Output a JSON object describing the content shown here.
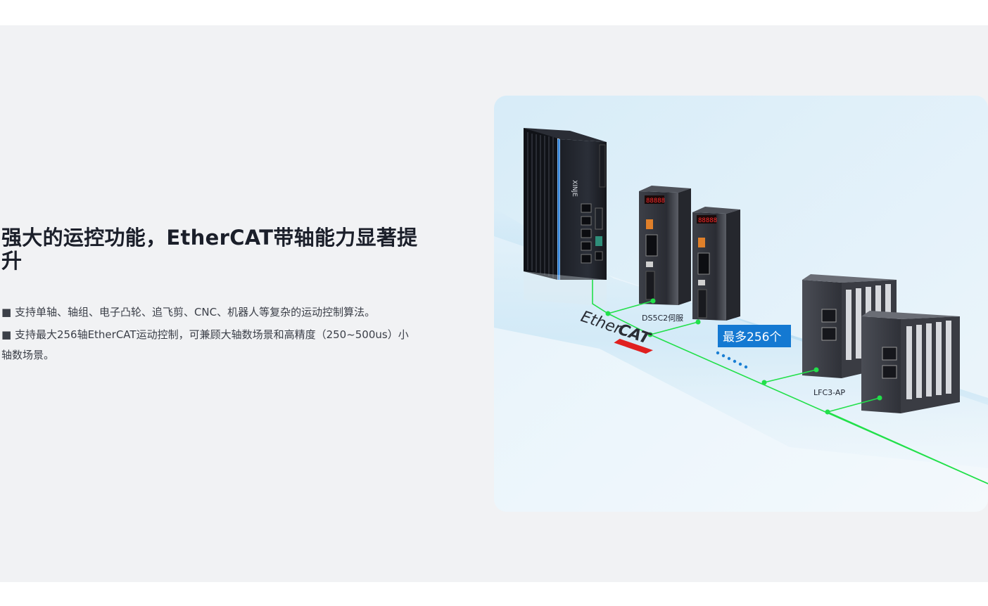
{
  "feature": {
    "title": "强大的运控功能，EtherCAT带轴能力显著提升",
    "bullets": [
      "■ 支持单轴、轴组、电子凸轮、追飞剪、CNC、机器人等复杂的运动控制算法。",
      "■ 支持最大256轴EtherCAT运动控制，可兼顾大轴数场景和高精度（250~500us）小轴数场景。"
    ]
  },
  "diagram": {
    "brand_mark": "XINJE",
    "servo_label": "DS5C2伺服",
    "servo_display": "88888",
    "badge": "最多256个",
    "io_label": "LFC3-AP",
    "bus_logo": {
      "prefix": "Ether",
      "suffix": "CAT"
    },
    "colors": {
      "bus_line": "#22e04a",
      "badge_bg": "#1479d2",
      "display": "#ff2a2a",
      "dots": "#1a7fd4",
      "logo_arrow": "#e02020"
    }
  }
}
